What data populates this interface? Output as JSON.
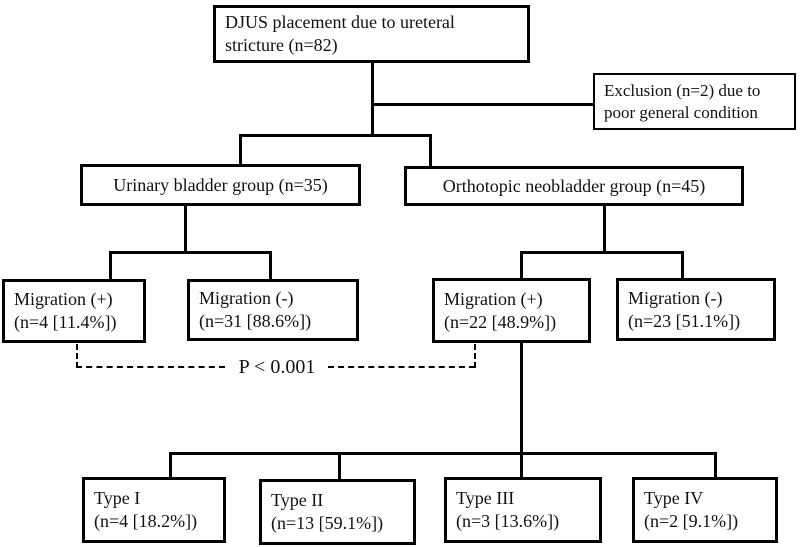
{
  "flowchart": {
    "root": {
      "label_line1": "DJUS placement due to ureteral",
      "label_line2": "stricture (n=82)"
    },
    "exclusion": {
      "label_line1": "Exclusion (n=2) due to",
      "label_line2": "poor general condition"
    },
    "groups": {
      "urinary_bladder": {
        "label": "Urinary bladder group (n=35)"
      },
      "orthotopic_neobladder": {
        "label": "Orthotopic neobladder group (n=45)"
      }
    },
    "urinary_bladder_children": {
      "migration_positive": {
        "label_line1": "Migration (+)",
        "label_line2": "(n=4 [11.4%])"
      },
      "migration_negative": {
        "label_line1": "Migration (-)",
        "label_line2": "(n=31 [88.6%])"
      }
    },
    "orthotopic_children": {
      "migration_positive": {
        "label_line1": "Migration (+)",
        "label_line2": "(n=22 [48.9%])"
      },
      "migration_negative": {
        "label_line1": "Migration (-)",
        "label_line2": "(n=23 [51.1%])"
      }
    },
    "migration_types": [
      {
        "label_line1": "Type I",
        "label_line2": "(n=4 [18.2%])"
      },
      {
        "label_line1": "Type II",
        "label_line2": "(n=13 [59.1%])"
      },
      {
        "label_line1": "Type III",
        "label_line2": "(n=3 [13.6%])"
      },
      {
        "label_line1": "Type IV",
        "label_line2": "(n=2 [9.1%])"
      }
    ],
    "annotation": {
      "p_value": "P < 0.001"
    },
    "colors": {
      "line": "#000000",
      "background": "#ffffff",
      "text": "#111111"
    }
  }
}
